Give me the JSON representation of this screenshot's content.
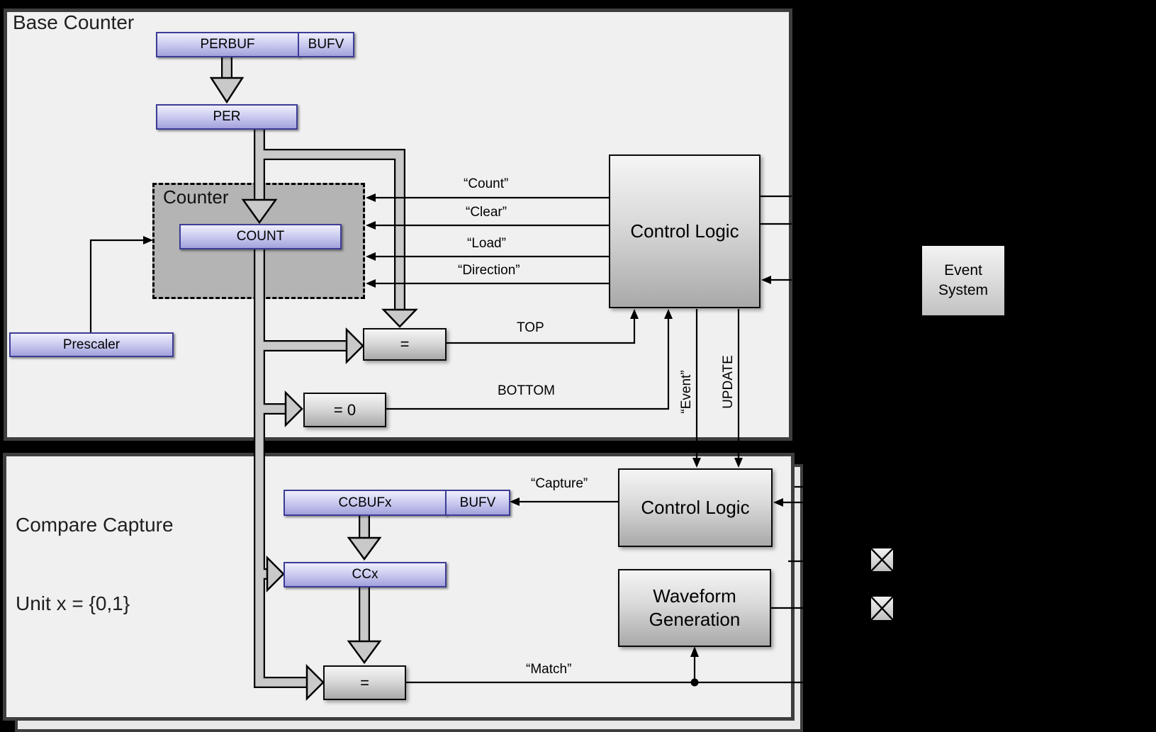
{
  "colors": {
    "page_bg": "#000000",
    "panel_bg": "#f0f0f0",
    "panel_border": "#3e3e3e",
    "register_fill_top": "#efeffc",
    "register_fill_bottom": "#a2a2dc",
    "register_border": "#3c3c96",
    "logic_fill_top": "#f5f5f5",
    "logic_fill_bottom": "#a9a9a9",
    "bus_fill": "#c9c9c9",
    "wire": "#000000"
  },
  "base_counter": {
    "title": "Base Counter",
    "perbuf": "PERBUF",
    "perbuf_bufv": "BUFV",
    "per": "PER",
    "counter_group": "Counter",
    "count": "COUNT",
    "prescaler": "Prescaler",
    "control_logic": "Control Logic",
    "sig_count": "“Count”",
    "sig_clear": "“Clear”",
    "sig_load": "“Load”",
    "sig_direction": "“Direction”",
    "top": "TOP",
    "bottom": "BOTTOM",
    "event": "“Event”",
    "update": "UPDATE",
    "cmp_top": "=",
    "cmp_bottom": "= 0"
  },
  "compare_capture": {
    "title_line1": "Compare Capture",
    "title_line2": "Unit x = {0,1}",
    "ccbufx": "CCBUFx",
    "bufv": "BUFV",
    "ccx": "CCx",
    "control_logic": "Control Logic",
    "waveform_line1": "Waveform",
    "waveform_line2": "Generation",
    "sig_capture": "“Capture”",
    "sig_match": "“Match”",
    "cmp": "="
  },
  "event_system": {
    "line1": "Event",
    "line2": "System"
  }
}
